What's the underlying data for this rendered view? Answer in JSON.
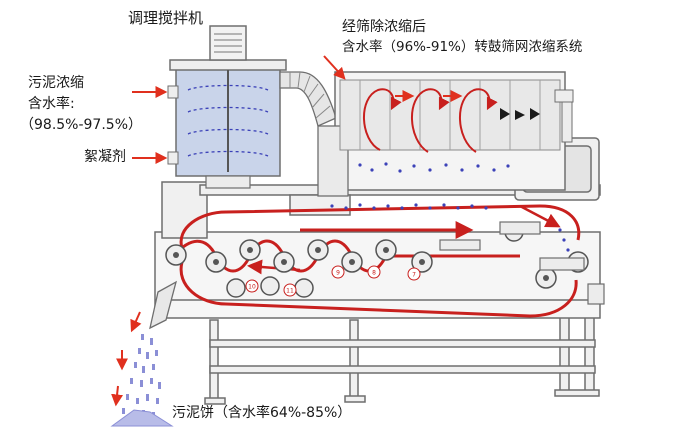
{
  "labels": {
    "mixer": "调理搅拌机",
    "drum_line1": "经筛除浓缩后",
    "drum_line2": "含水率（96%-91%）转鼓筛网浓缩系统",
    "sludge_line1": "污泥浓缩",
    "sludge_line2": "含水率:",
    "sludge_line3": "（98.5%-97.5%）",
    "flocculant": "絮凝剂",
    "cake": "污泥饼（含水率64%-85%）"
  },
  "roller_numbers": [
    "7",
    "8",
    "9",
    "10",
    "11"
  ],
  "colors": {
    "belt": "#c8201e",
    "flow_arrow": "#e0301e",
    "frame": "#7a7a7a",
    "frame_fill": "#efefef",
    "tank_water": "#c9d4ea",
    "sludge": "#3c42b8"
  }
}
